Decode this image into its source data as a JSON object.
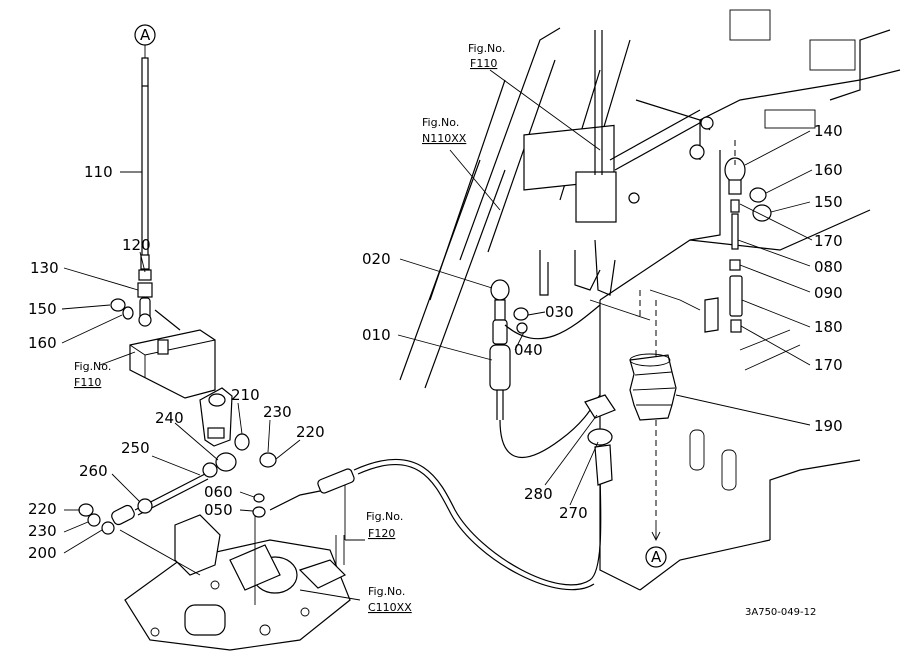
{
  "diagram": {
    "part_labels": {
      "p110": "110",
      "p120": "120",
      "p130": "130",
      "p150l": "150",
      "p160l": "160",
      "p210": "210",
      "p230a": "230",
      "p220a": "220",
      "p240": "240",
      "p250": "250",
      "p260": "260",
      "p220b": "220",
      "p230b": "230",
      "p200": "200",
      "p060": "060",
      "p050": "050",
      "p020": "020",
      "p030": "030",
      "p040": "040",
      "p010": "010",
      "p280": "280",
      "p270": "270",
      "p140": "140",
      "p160r": "160",
      "p150r": "150",
      "p170a": "170",
      "p080": "080",
      "p090": "090",
      "p180": "180",
      "p170b": "170",
      "p190": "190"
    },
    "callouts": {
      "a_top": "A",
      "a_bottom": "A"
    },
    "figure_refs": {
      "fig_prefix": "Fig.No.",
      "f110_top": "F110",
      "n110xx": "N110XX",
      "f110_left": "F110",
      "f120": "F120",
      "c110xx": "C110XX"
    },
    "drawing_code": "3A750-049-12"
  }
}
